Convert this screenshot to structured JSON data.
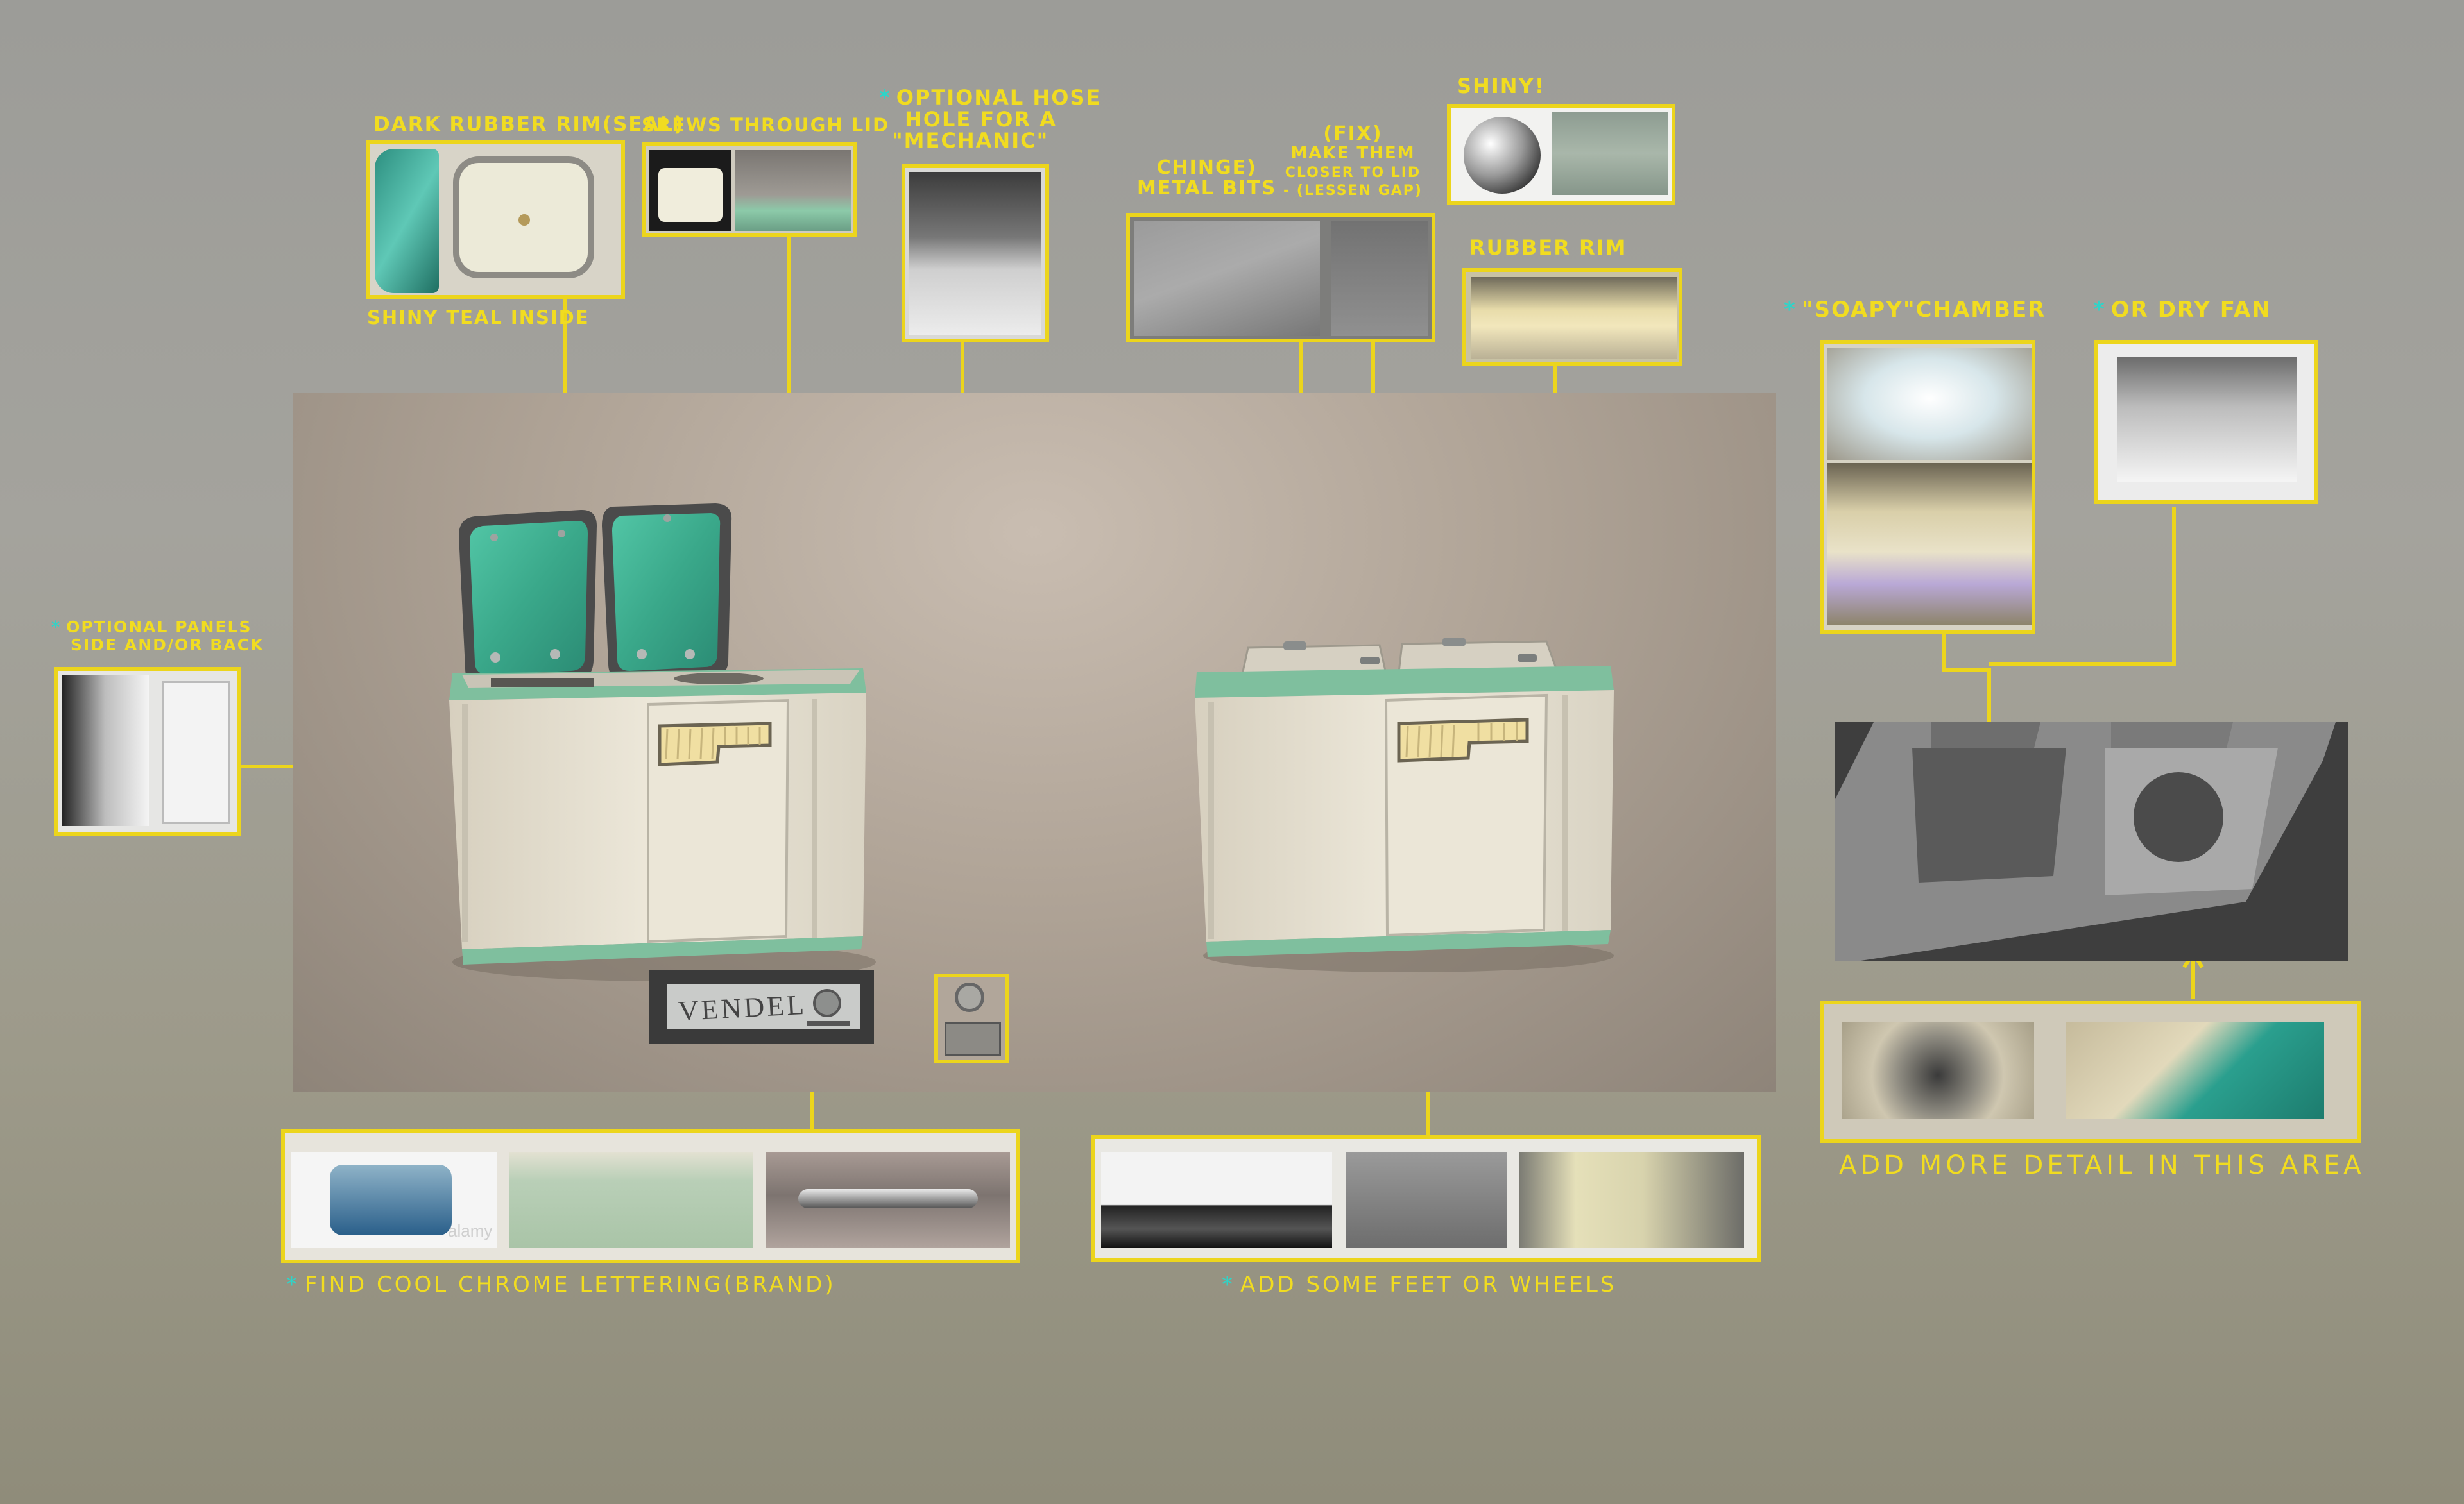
{
  "annotations": {
    "dark_rubber_rim": "DARK RUBBER RIM(SEAL)",
    "shiny_teal": "SHINY TEAL INSIDE",
    "screws": "SREWS THROUGH LID",
    "hose_star": "*",
    "hose_line1": "OPTIONAL HOSE",
    "hose_line2": "HOLE FOR A",
    "hose_line3": "\"MECHANIC\"",
    "hinge_line1": "CHINGE)",
    "hinge_line2": "METAL BITS",
    "fix_line1": "(FIX)",
    "fix_line2": "MAKE THEM",
    "fix_line3": "CLOSER TO LID",
    "fix_line4": "- (LESSEN GAP)",
    "shiny": "SHINY!",
    "rubber_rim": "RUBBER RIM",
    "soapy_star": "*",
    "soapy": "\"SOAPY\"CHAMBER",
    "dry_star": "*",
    "dry": "OR DRY FAN",
    "panels_star": "*",
    "panels_line1": "OPTIONAL PANELS",
    "panels_line2": "SIDE AND/OR BACK",
    "chrome_star": "*",
    "chrome": "FIND COOL CHROME LETTERING(BRAND)",
    "feet_star": "*",
    "feet": "ADD SOME FEET OR WHEELS",
    "detail": "ADD MORE DETAIL IN THIS AREA"
  },
  "brand_plate": "VENDEL",
  "ref_badge": "alamy",
  "colors": {
    "annotation": "#ecd51c",
    "teal": "#3fb89a",
    "cream": "#ebe6d6",
    "mint_trim": "#7fbf9e"
  }
}
